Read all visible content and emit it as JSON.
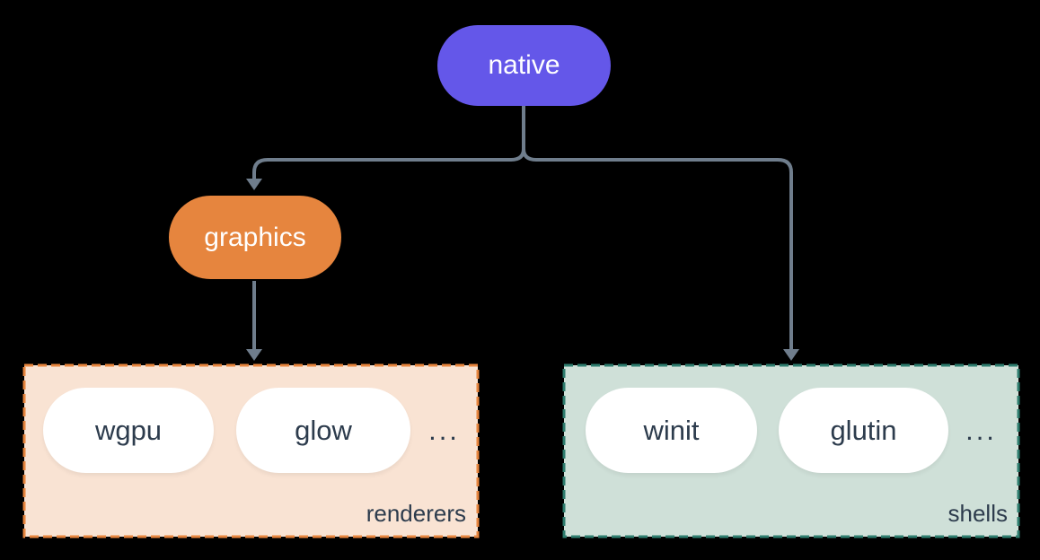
{
  "diagram": {
    "root": {
      "label": "native"
    },
    "branch": {
      "label": "graphics"
    },
    "groups": [
      {
        "label": "renderers",
        "items": [
          {
            "label": "wgpu"
          },
          {
            "label": "glow"
          }
        ],
        "ellipsis": "..."
      },
      {
        "label": "shells",
        "items": [
          {
            "label": "winit"
          },
          {
            "label": "glutin"
          }
        ],
        "ellipsis": "..."
      }
    ]
  },
  "colors": {
    "background": "#000000",
    "node-root": "#6457e9",
    "node-branch": "#e6853e",
    "group-renderers-bg": "#f9e3d3",
    "group-renderers-border": "#e6853e",
    "group-shells-bg": "#cfe0d8",
    "group-shells-border": "#2e7d6e",
    "item-pill-bg": "#ffffff",
    "text-light": "#ffffff",
    "text-dark": "#2d3c4d",
    "connector": "#6f7d8c"
  }
}
